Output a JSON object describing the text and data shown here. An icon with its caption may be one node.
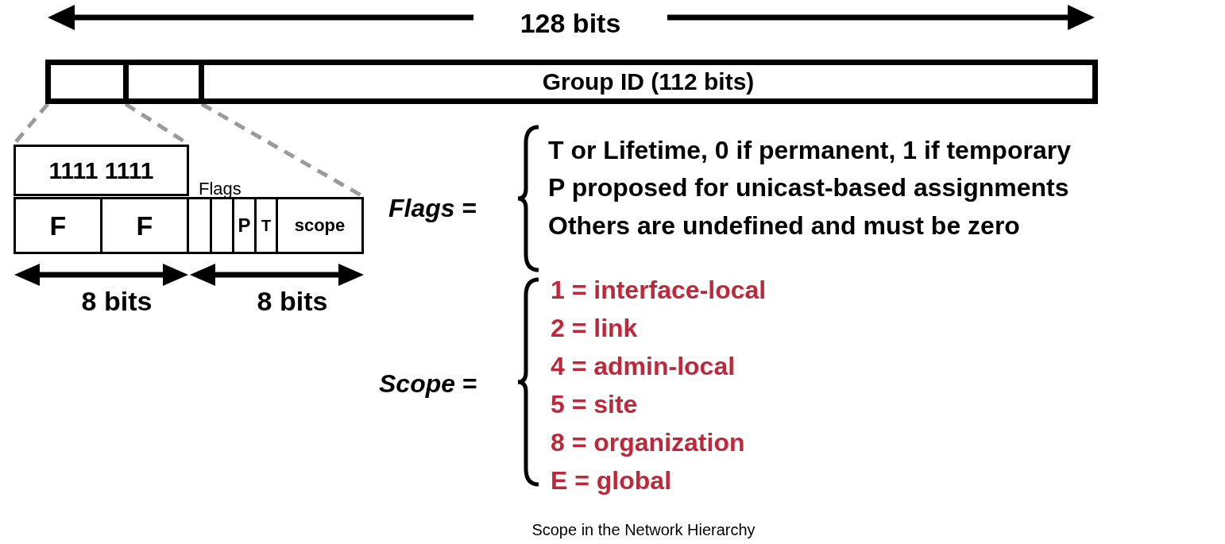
{
  "diagram": {
    "caption": "Scope in the Network Hierarchy",
    "nodes": [
      {
        "text": [],
        "shape": "box"
      },
      {
        "text": [],
        "shape": "box"
      },
      {
        "text": [
          "Group ID (112 bits)"
        ]
      },
      {
        "text": [
          "1111 1111"
        ]
      },
      {
        "text": [
          "F"
        ]
      },
      {
        "text": [
          "F"
        ]
      },
      {
        "text": [],
        "shape": "box"
      },
      {
        "text": [],
        "shape": "box"
      },
      {
        "text": [
          "P"
        ]
      },
      {
        "text": [
          "T"
        ]
      },
      {
        "text": [
          "scope"
        ]
      }
    ],
    "edges": [
      {
        "from": 0,
        "to": 3,
        "arrow": "none",
        "style": "dashed"
      },
      {
        "from": 1,
        "to": 3,
        "arrow": "none",
        "style": "dashed"
      },
      {
        "from": 1,
        "to": 10,
        "arrow": "none",
        "style": "dashed"
      }
    ],
    "labels": [
      "128 bits",
      "Flags",
      "8 bits",
      "8 bits",
      "*Flags* =",
      "T or Lifetime, 0 if permanent, 1 if temporary",
      "P proposed for unicast-based assignments",
      "Others are undefined and must be zero",
      "*Scope* =",
      "1 = interface-local",
      "2 = link",
      "4 = admin-local",
      "5 = site",
      "8 = organization",
      "E = global"
    ]
  }
}
